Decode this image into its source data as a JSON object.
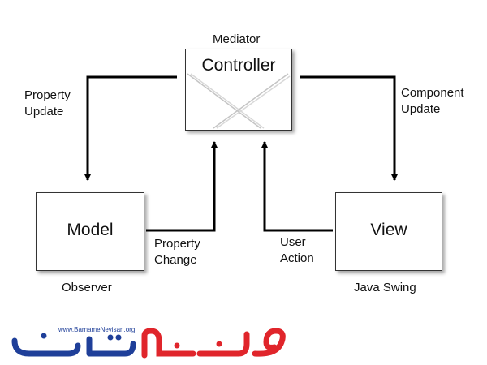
{
  "diagram": {
    "controller": {
      "title": "Controller",
      "role": "Mediator"
    },
    "model": {
      "title": "Model",
      "role": "Observer"
    },
    "view": {
      "title": "View",
      "role": "Java Swing"
    },
    "edges": {
      "controller_to_model": {
        "line1": "Property",
        "line2": "Update"
      },
      "controller_to_view": {
        "line1": "Component",
        "line2": "Update"
      },
      "model_to_controller": {
        "line1": "Property",
        "line2": "Change"
      },
      "view_to_controller": {
        "line1": "User",
        "line2": "Action"
      }
    }
  },
  "logo": {
    "site_url": "www.BarnameNevisan.org"
  },
  "colors": {
    "line": "#000000",
    "box_border": "#333333",
    "logo_blue": "#1f3f99",
    "logo_red": "#e0252b",
    "cross": "#bbbbbb"
  }
}
